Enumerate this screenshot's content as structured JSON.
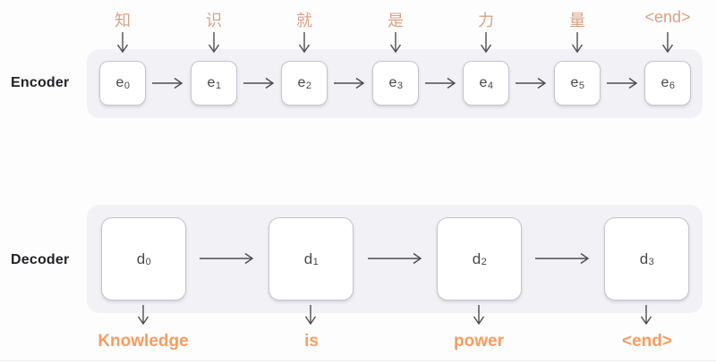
{
  "encoder": {
    "label": "Encoder",
    "inputs": [
      "知",
      "识",
      "就",
      "是",
      "力",
      "量",
      "<end>"
    ],
    "cells": [
      {
        "base": "e",
        "sub": "0"
      },
      {
        "base": "e",
        "sub": "1"
      },
      {
        "base": "e",
        "sub": "2"
      },
      {
        "base": "e",
        "sub": "3"
      },
      {
        "base": "e",
        "sub": "4"
      },
      {
        "base": "e",
        "sub": "5"
      },
      {
        "base": "e",
        "sub": "6"
      }
    ]
  },
  "decoder": {
    "label": "Decoder",
    "cells": [
      {
        "base": "d",
        "sub": "0"
      },
      {
        "base": "d",
        "sub": "1"
      },
      {
        "base": "d",
        "sub": "2"
      },
      {
        "base": "d",
        "sub": "3"
      }
    ],
    "outputs": [
      "Knowledge",
      "is",
      "power",
      "<end>"
    ]
  },
  "colors": {
    "input_token": "#D8A285",
    "output_token": "#F99B5C",
    "container_bg": "#F2F1F6",
    "cell_border": "#C5C4CB",
    "cell_text": "#48474C",
    "label_text": "#232227",
    "arrow": "#4D4C52",
    "page_bg": "#FDFDFE"
  }
}
